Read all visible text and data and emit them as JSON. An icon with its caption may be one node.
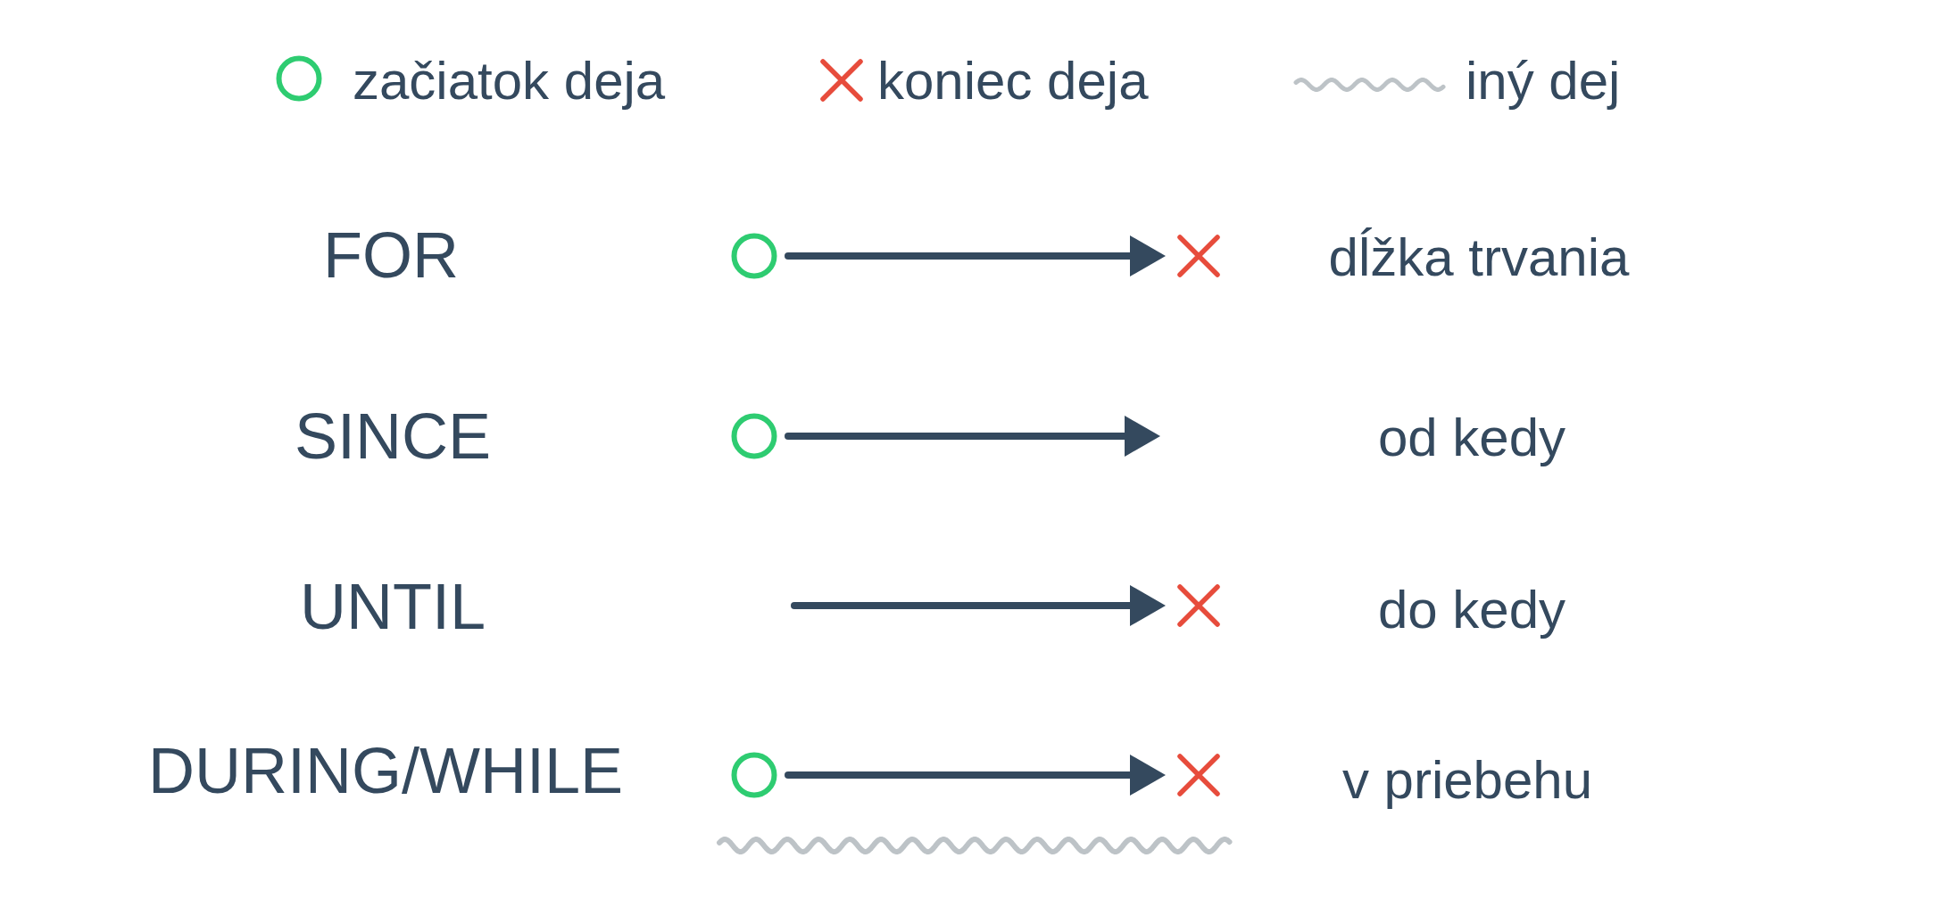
{
  "diagram": {
    "nodes": [
      {
        "text": [],
        "shape": "circle"
      },
      {
        "text": [],
        "shape": "cross"
      },
      {
        "text": [],
        "shape": "circle"
      },
      {
        "text": [],
        "shape": "cross"
      },
      {
        "text": [],
        "shape": "circle"
      },
      {
        "text": [],
        "shape": "cross"
      }
    ],
    "edges": [
      {
        "from": 0,
        "to": 1,
        "arrow": "to"
      },
      {
        "from": 2,
        "to": null,
        "arrow": "to"
      },
      {
        "from": null,
        "to": 3,
        "arrow": "to"
      },
      {
        "from": 4,
        "to": 5,
        "arrow": "to"
      }
    ],
    "labels": [
      "FOR",
      "dĺžka trvania",
      "SINCE",
      "od kedy",
      "UNTIL",
      "do kedy",
      "DURING/WHILE",
      "v priebehu"
    ],
    "legend": [
      {
        "text": "začiatok deja"
      },
      {
        "text": "koniec deja"
      },
      {
        "text": "iný dej"
      }
    ]
  }
}
